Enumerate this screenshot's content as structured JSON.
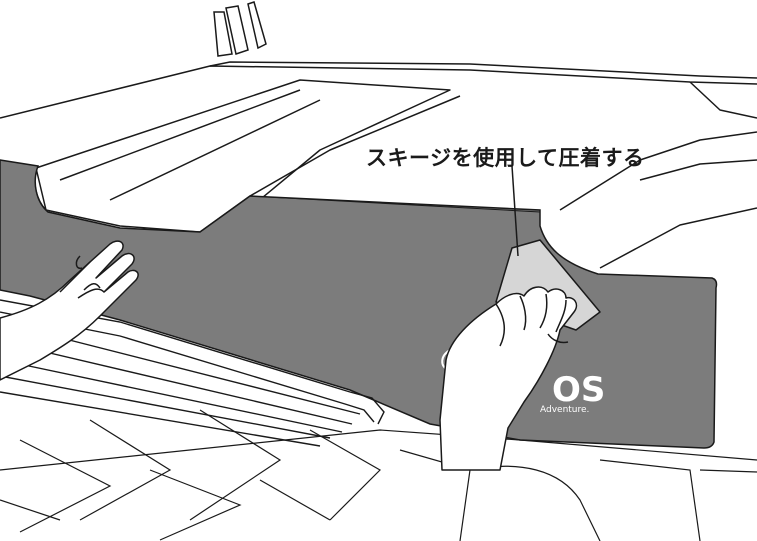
{
  "illustration": {
    "callout_label": "スキージを使用して圧着する",
    "sticker_brand": "OS",
    "sticker_tagline": "Adventure.",
    "colors": {
      "sticker_fill": "#7c7c7c",
      "line": "#1a1a1a",
      "background": "#ffffff",
      "squeegee": "#d6d6d6"
    }
  }
}
